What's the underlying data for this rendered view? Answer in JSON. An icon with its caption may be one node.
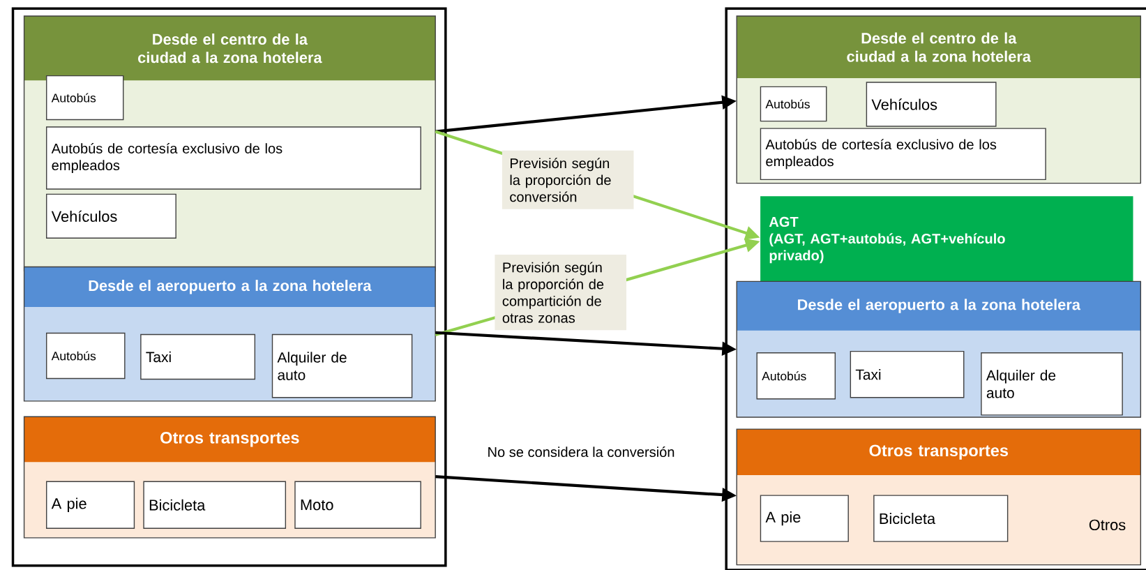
{
  "diagram": {
    "nodes": [
      {
        "text": [],
        "shape": "box"
      },
      {
        "text": [
          "Desde el centro de la ciudad a la zona hotelera"
        ],
        "in": 0
      },
      {
        "text": [
          "Autobús"
        ],
        "in": 1
      },
      {
        "text": [
          "Autobús de cortesía exclusivo de los empleados"
        ],
        "in": 1
      },
      {
        "text": [
          "Vehículos"
        ],
        "in": 1
      },
      {
        "text": [
          "Desde el aeropuerto a la zona hotelera"
        ],
        "in": 0
      },
      {
        "text": [
          "Autobús"
        ],
        "in": 5
      },
      {
        "text": [
          "Taxi"
        ],
        "in": 5
      },
      {
        "text": [
          "Alquiler de auto"
        ],
        "in": 5
      },
      {
        "text": [
          "Otros transportes"
        ],
        "in": 0
      },
      {
        "text": [
          "A pie"
        ],
        "in": 9
      },
      {
        "text": [
          "Bicicleta"
        ],
        "in": 9
      },
      {
        "text": [
          "Moto"
        ],
        "in": 9
      },
      {
        "text": [],
        "shape": "box"
      },
      {
        "text": [
          "Desde el centro de la ciudad a la zona hotelera"
        ],
        "in": 13
      },
      {
        "text": [
          "Autobús"
        ],
        "in": 14
      },
      {
        "text": [
          "Vehículos"
        ],
        "in": 14
      },
      {
        "text": [
          "Autobús de cortesía exclusivo de los empleados"
        ],
        "in": 14
      },
      {
        "text": [
          "AGT",
          "(AGT, AGT+autobús, AGT+vehículo privado)"
        ],
        "in": 13
      },
      {
        "text": [
          "Desde el aeropuerto a la zona hotelera"
        ],
        "in": 13
      },
      {
        "text": [
          "Autobús"
        ],
        "in": 19
      },
      {
        "text": [
          "Taxi"
        ],
        "in": 19
      },
      {
        "text": [
          "Alquiler de auto"
        ],
        "in": 19
      },
      {
        "text": [
          "Otros transportes",
          "Otros"
        ],
        "in": 13
      },
      {
        "text": [
          "A pie"
        ],
        "in": 23
      },
      {
        "text": [
          "Bicicleta"
        ],
        "in": 23
      }
    ],
    "edges": [
      {
        "from": 1,
        "to": 14,
        "arrow": "to"
      },
      {
        "from": 1,
        "to": 18,
        "arrow": "to",
        "label": "Previsión según la proporción de conversión",
        "color": "#92d050"
      },
      {
        "from": 5,
        "to": 18,
        "arrow": "to",
        "label": "Previsión según la proporción de compartición de otras zonas",
        "color": "#92d050"
      },
      {
        "from": 5,
        "to": 19,
        "arrow": "to"
      },
      {
        "from": 9,
        "to": 23,
        "arrow": "to",
        "label": "No se considera la conversión"
      }
    ]
  }
}
